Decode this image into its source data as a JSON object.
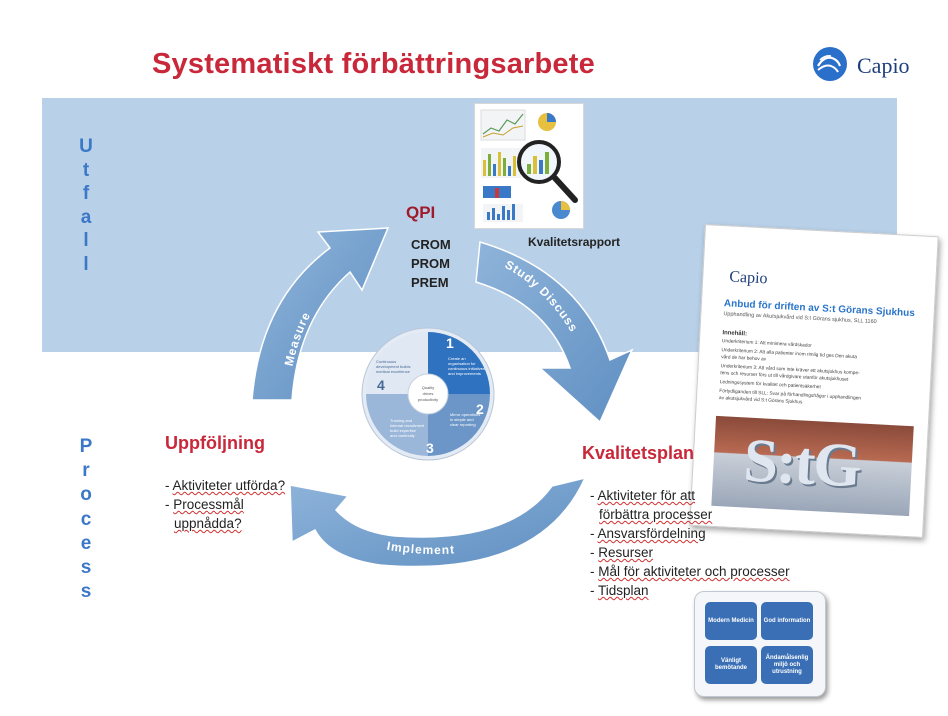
{
  "title": "Systematiskt förbättringsarbete",
  "logo": {
    "text": "Capio",
    "icon": "capio-hand-logo-icon"
  },
  "side_labels": {
    "utfall": [
      "U",
      "t",
      "f",
      "a",
      "l",
      "l"
    ],
    "process": [
      "P",
      "r",
      "o",
      "c",
      "e",
      "s",
      "s"
    ]
  },
  "cycle": {
    "arrows": {
      "measure": "Measure",
      "study": "Study  Discuss",
      "implement": "Implement"
    },
    "wheel": {
      "segments": [
        {
          "number": "1",
          "text": [
            "Create an",
            "organisation for",
            "continuous initiatives",
            "and improvements"
          ]
        },
        {
          "number": "2",
          "text": [
            "Mirror operations",
            "in simple and",
            "clear reporting"
          ]
        },
        {
          "number": "3",
          "text": [
            "Training and",
            "internal recruitment",
            "build expertise",
            "and continuity"
          ]
        },
        {
          "number": "4",
          "text": [
            "Continuous",
            "development builds",
            "medical excellence"
          ]
        }
      ],
      "center": [
        "Quality",
        "drives",
        "productivity"
      ]
    }
  },
  "qpi": {
    "title": "QPI",
    "measures": [
      "CROM",
      "PROM",
      "PREM"
    ]
  },
  "kvalitetsrapport": {
    "label": "Kvalitetsrapport",
    "icon": "report-magnifier-icon"
  },
  "document": {
    "logo": "Capio",
    "title": "Anbud för driften av S:t Görans Sjukhus",
    "subtitle": "Upphandling av Akutsjukvård vid S:t Görans sjukhus, SLL 1160",
    "innehall": "Innehåll:",
    "lines": [
      "Underkriterium 1: Att minimera vårdskador",
      "Underkriterium 2: Att alla patienter inom rimlig tid ges Den akuta",
      "vård de har behov av",
      "Underkriterium 3: Att vård som inte kräver ett akutsjukhus kompe-",
      "tens och resurser förs ut till vårdgivare utanför akutsjukhuset",
      "Ledningssystem för kvalitet och patientsäkerhet",
      "Förtydliganden till SLL: Svar på förhandlingsfrågor i upphandlingen",
      "av akutsjukvård vid S:t Görans Sjukhus"
    ],
    "photo_text": "S:tG"
  },
  "uppfoljning": {
    "title": "Uppföljning",
    "items": [
      "Aktiviteter utförda?",
      "Processmål",
      "uppnådda?"
    ]
  },
  "kvalitetsplan": {
    "title": "Kvalitetsplan",
    "items": [
      "Aktiviteter för att",
      "förbättra processer",
      "Ansvarsfördelning",
      "Resurser",
      "Mål för aktiviteter och processer",
      "Tidsplan"
    ]
  },
  "values_grid": {
    "tiles": [
      "Modern Medicin",
      "God information",
      "Vänligt bemötande",
      "Ändamålsenlig miljö och utrustning"
    ]
  },
  "colors": {
    "band": "#b8d0e8",
    "title": "#c8283a",
    "accent": "#3c78c8",
    "arrow": "#6f9fcf"
  }
}
